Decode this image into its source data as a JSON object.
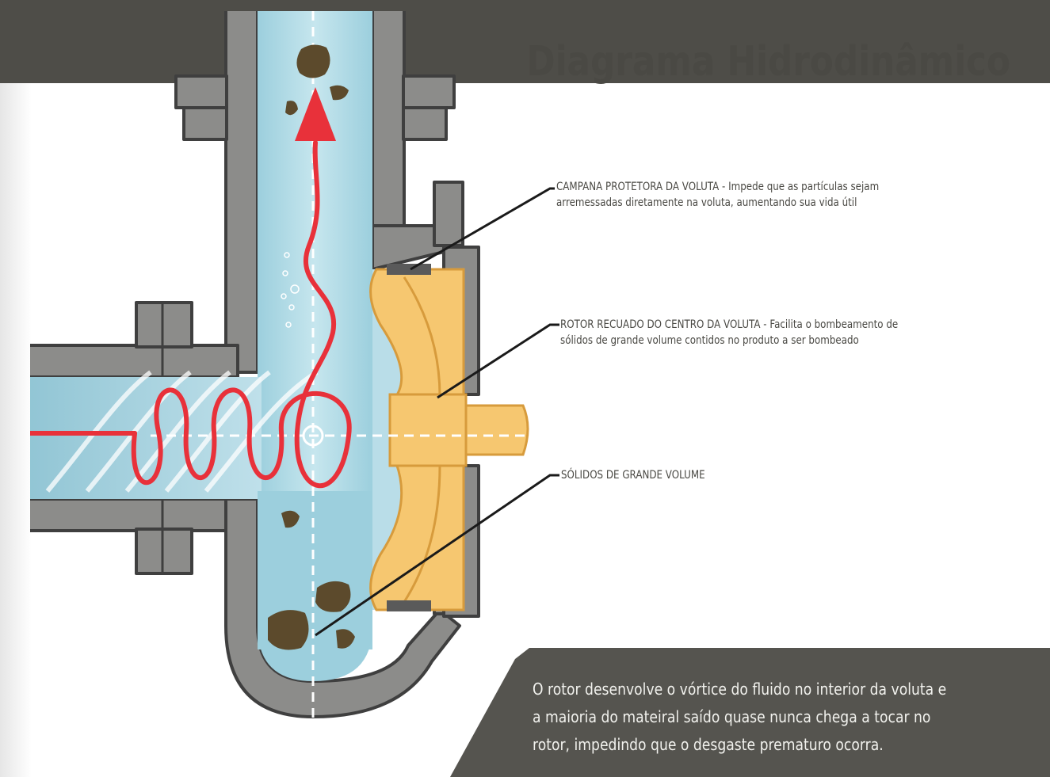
{
  "title": "Diagrama Hidrodinâmico",
  "callouts": [
    {
      "id": "campana",
      "lines": [
        "CAMPANA PROTETORA DA VOLUTA - Impede que as partículas sejam",
        "arremessadas diretamente na voluta, aumentando sua vida útil"
      ]
    },
    {
      "id": "rotor",
      "lines": [
        "ROTOR RECUADO DO CENTRO DA VOLUTA - Facilita o bombeamento de",
        "sólidos de grande volume contidos no produto a ser bombeado"
      ]
    },
    {
      "id": "solidos",
      "lines": [
        "SÓLIDOS DE GRANDE VOLUME"
      ]
    }
  ],
  "description": {
    "lines": [
      "O rotor desenvolve o vórtice do fluido no interior da voluta e",
      "a maioria do mateiral saído quase nunca chega a tocar no",
      "rotor, impedindo que o desgaste prematuro ocorra."
    ]
  },
  "colors": {
    "header": "#4e4d48",
    "casing": "#8c8c8a",
    "fluid": "#a9d4e2",
    "flow_arrow": "#e8313a",
    "rotor": "#f6c770",
    "solids": "#5c4a2c",
    "text": "#4a4944"
  }
}
